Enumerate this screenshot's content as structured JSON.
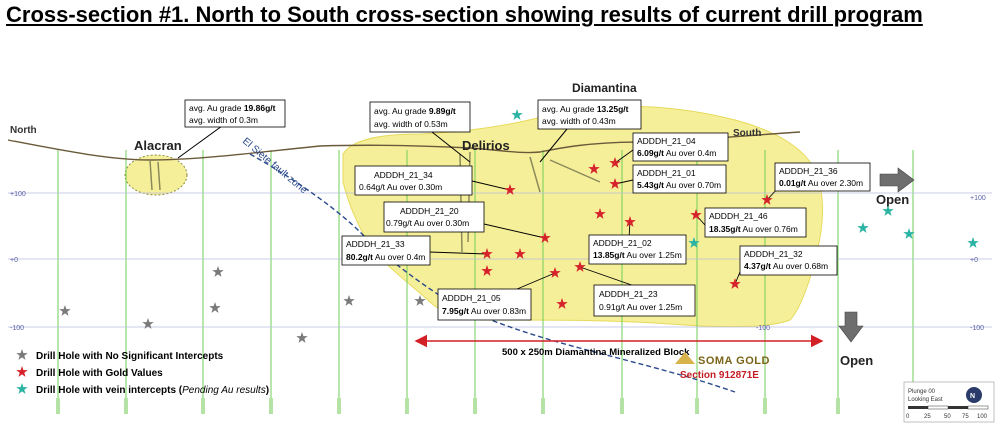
{
  "title": "Cross-section #1. North to South cross-section showing results of current drill program",
  "labels": {
    "north": "North",
    "south": "South",
    "diamantina": "Diamantina",
    "alacran": "Alacran",
    "delirios": "Delirios",
    "fault": "El Siete fault zone",
    "open_right": "Open",
    "open_bottom": "Open",
    "block": "500 x 250m Diamantina Mineralized Block",
    "company": "SOMA GOLD",
    "section": "Section 912871E",
    "plunge": "Plunge 00",
    "looking": "Looking East",
    "scale_0": "0",
    "scale_25": "25",
    "scale_50": "50",
    "scale_75": "75",
    "scale_100": "100"
  },
  "elev": {
    "l100": "+100",
    "l0": "+0",
    "lm100": "-100",
    "r100": "+100",
    "r0": "+0",
    "rm100": "-100",
    "m100": "-100"
  },
  "grade_boxes": {
    "alacran": {
      "line1_pre": "avg. Au grade ",
      "line1_val": "19.86g/t",
      "line2": "avg. width of 0.3m"
    },
    "delirios": {
      "line1_pre": "avg. Au grade ",
      "line1_val": "9.89g/t",
      "line2": "avg. width of 0.53m"
    },
    "diamantina": {
      "line1_pre": "avg. Au grade ",
      "line1_val": "13.25g/t",
      "line2": "avg. width of 0.43m"
    }
  },
  "holes": {
    "h04": {
      "name": "ADDDH_21_04",
      "val": "6.09g/t",
      "rest": " Au over 0.4m"
    },
    "h01": {
      "name": "ADDDH_21_01",
      "val": "5.43g/t",
      "rest": " Au over 0.70m"
    },
    "h34": {
      "name": "ADDDH_21_34",
      "val": "0.64g/t",
      "rest": " Au over 0.30m"
    },
    "h36": {
      "name": "ADDDH_21_36",
      "val": "0.01g/t",
      "rest": " Au over 2.30m"
    },
    "h20": {
      "name": "ADDDH_21_20",
      "val": "0.79g/t",
      "rest": " Au over 0.30m"
    },
    "h46": {
      "name": "ADDDH_21_46",
      "val": "18.35g/t",
      "rest": " Au over 0.76m"
    },
    "h33": {
      "name": "ADDDH_21_33",
      "val": "80.2g/t",
      "rest": " Au over 0.4m"
    },
    "h02": {
      "name": "ADDDH_21_02",
      "val": "13.85g/t",
      "rest": " Au over 1.25m"
    },
    "h32": {
      "name": "ADDDH_21_32",
      "val": "4.37g/t",
      "rest": " Au over 0.68m"
    },
    "h23": {
      "name": "ADDDH_21_23",
      "val": "0.91g/t",
      "rest": " Au over 1.25m"
    },
    "h05": {
      "name": "ADDDH_21_05",
      "val": "7.95g/t",
      "rest": " Au over 0.83m"
    }
  },
  "legend": {
    "gray": "Drill Hole with No Significant Intercepts",
    "red": "Drill Hole with Gold Values",
    "teal_main": "Drill Hole with vein intercepts (",
    "teal_italic": "Pending Au results",
    "teal_close": ")"
  },
  "colors": {
    "zone_fill": "#f6ef9a",
    "gray_star": "#7a7a7a",
    "red_star": "#d6222a",
    "teal_star": "#2bb3a3",
    "grid": "#6fcf57",
    "fault": "#2b4a8c",
    "arrow_red": "#d31f26"
  }
}
